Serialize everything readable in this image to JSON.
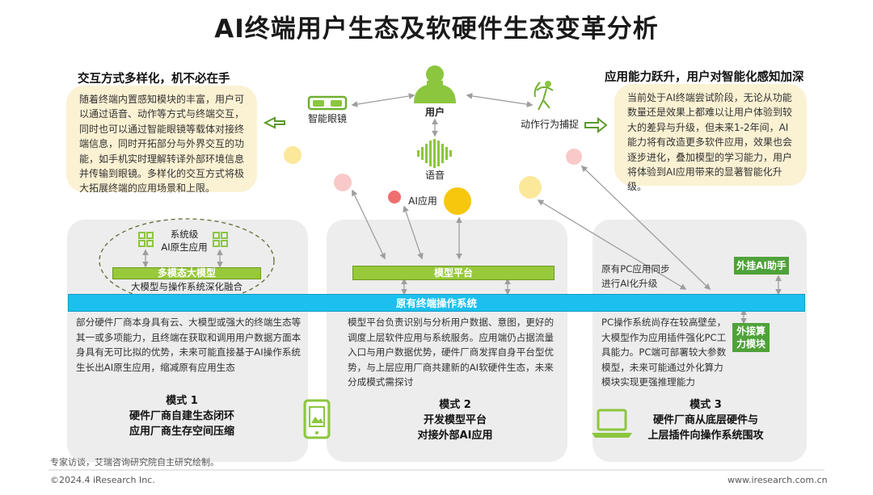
{
  "title": "AI终端用户生态及软硬件生态变革分析",
  "left_heading": "交互方式多样化，机不必在手",
  "left_note": "随着终端内置感知模块的丰富，用户可以通过语音、动作等方式与终端交互，同时也可以通过智能眼镜等载体对接终端信息，同时开拓部分与外界交互的功能，如手机实时理解转译外部环境信息并传输到眼镜。多样化的交互方式将极大拓展终端的应用场景和上限。",
  "right_heading": "应用能力跃升，用户对智能化感知加深",
  "right_note": "当前处于AI终端尝试阶段，无论从功能数量还是效果上都难以让用户体验到较大的差异与升级，但未来1-2年间，AI能力将有改造更多软件应用，效果也会逐步进化，叠加模型的学习能力，用户将体验到AI应用带来的显著智能化升级。",
  "center": {
    "user_label": "用户",
    "glasses_label": "智能眼镜",
    "voice_label": "语音",
    "motion_label": "动作行为捕捉",
    "ai_app_label": "AI应用"
  },
  "os_bar": "原有终端操作系统",
  "panel1": {
    "system_level": "系统级",
    "ai_native_app": "AI原生应用",
    "multimodal": "多模态大模型",
    "fusion": "大模型与操作系统深化融合",
    "desc": "部分硬件厂商本身具有云、大模型或强大的终端生态等其一或多项能力，且终端在获取和调用用户数据方面本身具有无可比拟的优势，未来可能直接基于AI操作系统生长出AI原生应用，缩减原有应用生态",
    "mode": "模式 1",
    "mode_desc": [
      "硬件厂商自建生态闭环",
      "应用厂商生存空间压缩"
    ]
  },
  "panel2": {
    "platform": "模型平台",
    "desc": "模型平台负责识别与分析用户数据、意图，更好的调度上层软件应用与系统服务。应用端仍占据流量入口与用户数据优势，硬件厂商发挥自身平台型优势，与上层应用厂商共建新的AI软硬件生态，未来分成模式需探讨",
    "mode": "模式 2",
    "mode_desc": [
      "开发模型平台",
      "对接外部AI应用"
    ]
  },
  "panel3": {
    "pc_apps": "原有PC应用同步进行AI化升级",
    "ai_assistant": "外挂AI助手",
    "compute_module": "外接算力模块",
    "desc": "PC操作系统尚存在较高壁垒，大模型作为应用插件强化PC工具能力。PC端可部署较大参数模型，未来可能通过外化算力模块实现更强推理能力",
    "mode": "模式 3",
    "mode_desc": [
      "硬件厂商从底层硬件与",
      "上层插件向操作系统围攻"
    ]
  },
  "source": "专家访谈，艾瑞咨询研究院自主研究绘制。",
  "copyright": "©2024.4 iResearch Inc.",
  "website": "www.iresearch.com.cn",
  "colors": {
    "note_bg": "#fbf1d3",
    "panel_bg": "#ededed",
    "green": "#97c93b",
    "dark_green": "#4fa23a",
    "os_blue": "#1cc0ef",
    "arrow_gray": "#9e9e9e"
  }
}
